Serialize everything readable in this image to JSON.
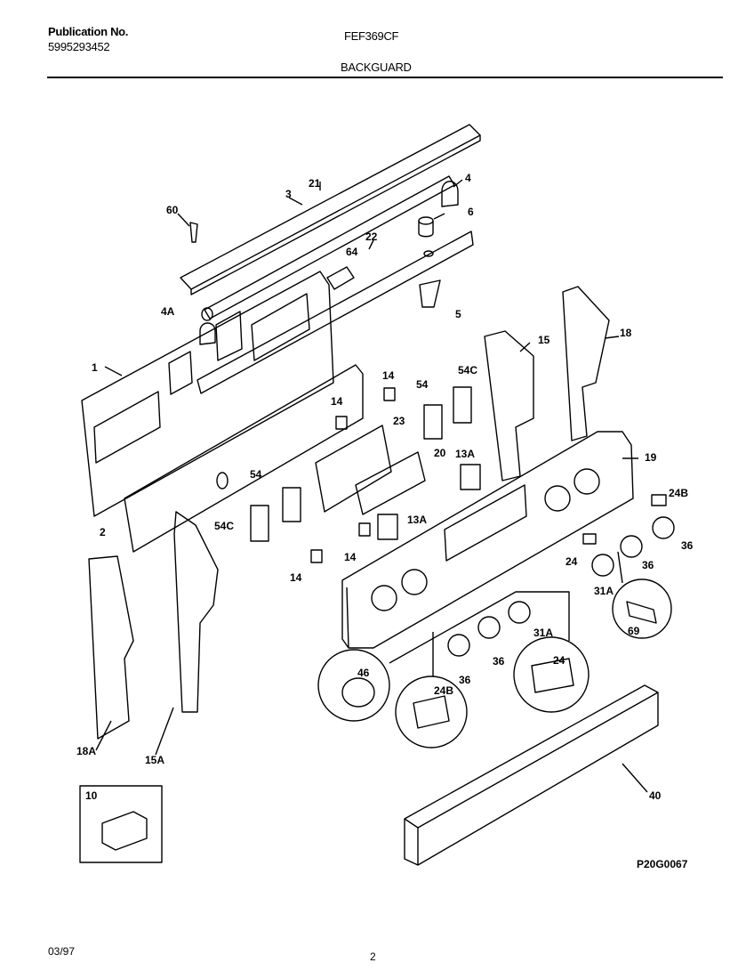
{
  "header": {
    "publication_label": "Publication No.",
    "publication_number": "5995293452",
    "model": "FEF369CF",
    "section_title": "BACKGUARD"
  },
  "diagram": {
    "code": "P20G0067",
    "labels": {
      "p21": "21",
      "p3": "3",
      "p60": "60",
      "p4": "4",
      "p6": "6",
      "p22": "22",
      "p64": "64",
      "p4a": "4A",
      "p5": "5",
      "p1": "1",
      "p15": "15",
      "p18": "18",
      "p14a": "14",
      "p54a": "54",
      "p54ca": "54C",
      "p14b": "14",
      "p23": "23",
      "p20": "20",
      "p13aa": "13A",
      "p19": "19",
      "p54b": "54",
      "p54cb": "54C",
      "p2": "2",
      "p13ab": "13A",
      "p14c": "14",
      "p24b_a": "24B",
      "p36a": "36",
      "p24a": "24",
      "p36b": "36",
      "p14d": "14",
      "p31aa": "31A",
      "p69": "69",
      "p31ab": "31A",
      "p36c": "36",
      "p46": "46",
      "p36d": "36",
      "p24b_b": "24B",
      "p24c": "24",
      "p18a": "18A",
      "p15a": "15A",
      "p40": "40",
      "p10": "10"
    }
  },
  "footer": {
    "date": "03/97",
    "page": "2"
  }
}
